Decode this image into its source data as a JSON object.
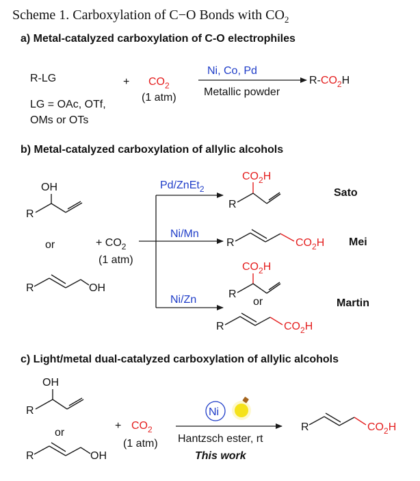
{
  "title": {
    "text": "Scheme 1. Carboxylation of C−O Bonds with CO",
    "sub": "2"
  },
  "section_a": {
    "heading": "a) Metal-catalyzed carboxylation of C-O electrophiles",
    "reactant": "R-LG",
    "plus": "+",
    "co2": "CO",
    "co2_sub": "2",
    "pressure": "(1 atm)",
    "lg_line1": "LG = OAc, OTf,",
    "lg_line2": "OMs or OTs",
    "catalyst": "Ni, Co, Pd",
    "reductant": "Metallic powder",
    "product_r": "R-",
    "product_co2": "CO",
    "product_sub": "2",
    "product_h": "H"
  },
  "section_b": {
    "heading": "b) Metal-catalyzed carboxylation of allylic alcohols",
    "oh": "OH",
    "r": "R",
    "or": "or",
    "plus_co2": "+ CO",
    "co2_sub": "2",
    "pressure": "(1 atm)",
    "cond1": "Pd/ZnEt",
    "cond1_sub": "2",
    "cond2": "Ni/Mn",
    "cond3": "Ni/Zn",
    "author1": "Sato",
    "author2": "Mei",
    "author3": "Martin",
    "co2h": "CO",
    "co2h_sub": "2",
    "co2h_h": "H"
  },
  "section_c": {
    "heading": "c) Light/metal dual-catalyzed carboxylation of allylic alcohols",
    "oh": "OH",
    "r": "R",
    "or": "or",
    "plus": "+",
    "co2": "CO",
    "co2_sub": "2",
    "pressure": "(1 atm)",
    "ni": "Ni",
    "reagent": "Hantzsch ester, rt",
    "note": "This work",
    "co2h": "CO",
    "co2h_sub": "2",
    "co2h_h": "H"
  },
  "colors": {
    "red": "#e41e1e",
    "blue": "#1e3cc8",
    "bulb": "#f5e21a"
  }
}
